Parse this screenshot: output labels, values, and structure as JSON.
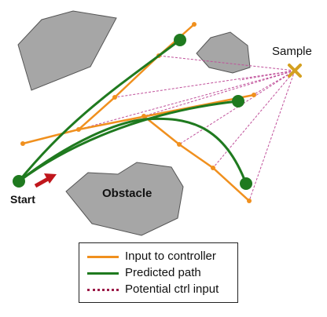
{
  "labels": {
    "sample": "Sample",
    "start": "Start",
    "obstacle": "Obstacle"
  },
  "legend": {
    "items": [
      {
        "label": "Input to controller",
        "color": "#f0901e",
        "style": "solid"
      },
      {
        "label": "Predicted path",
        "color": "#1f7a1f",
        "style": "solid"
      },
      {
        "label": "Potential ctrl input",
        "color": "#9b1b48",
        "style": "dotted"
      }
    ]
  },
  "colors": {
    "orange": "#f0901e",
    "green": "#1f7a1f",
    "obstacle_fill": "#a6a6a6",
    "dashed": "#c0509a",
    "sample_marker": "#d4a020",
    "arrow": "#c0161c"
  }
}
